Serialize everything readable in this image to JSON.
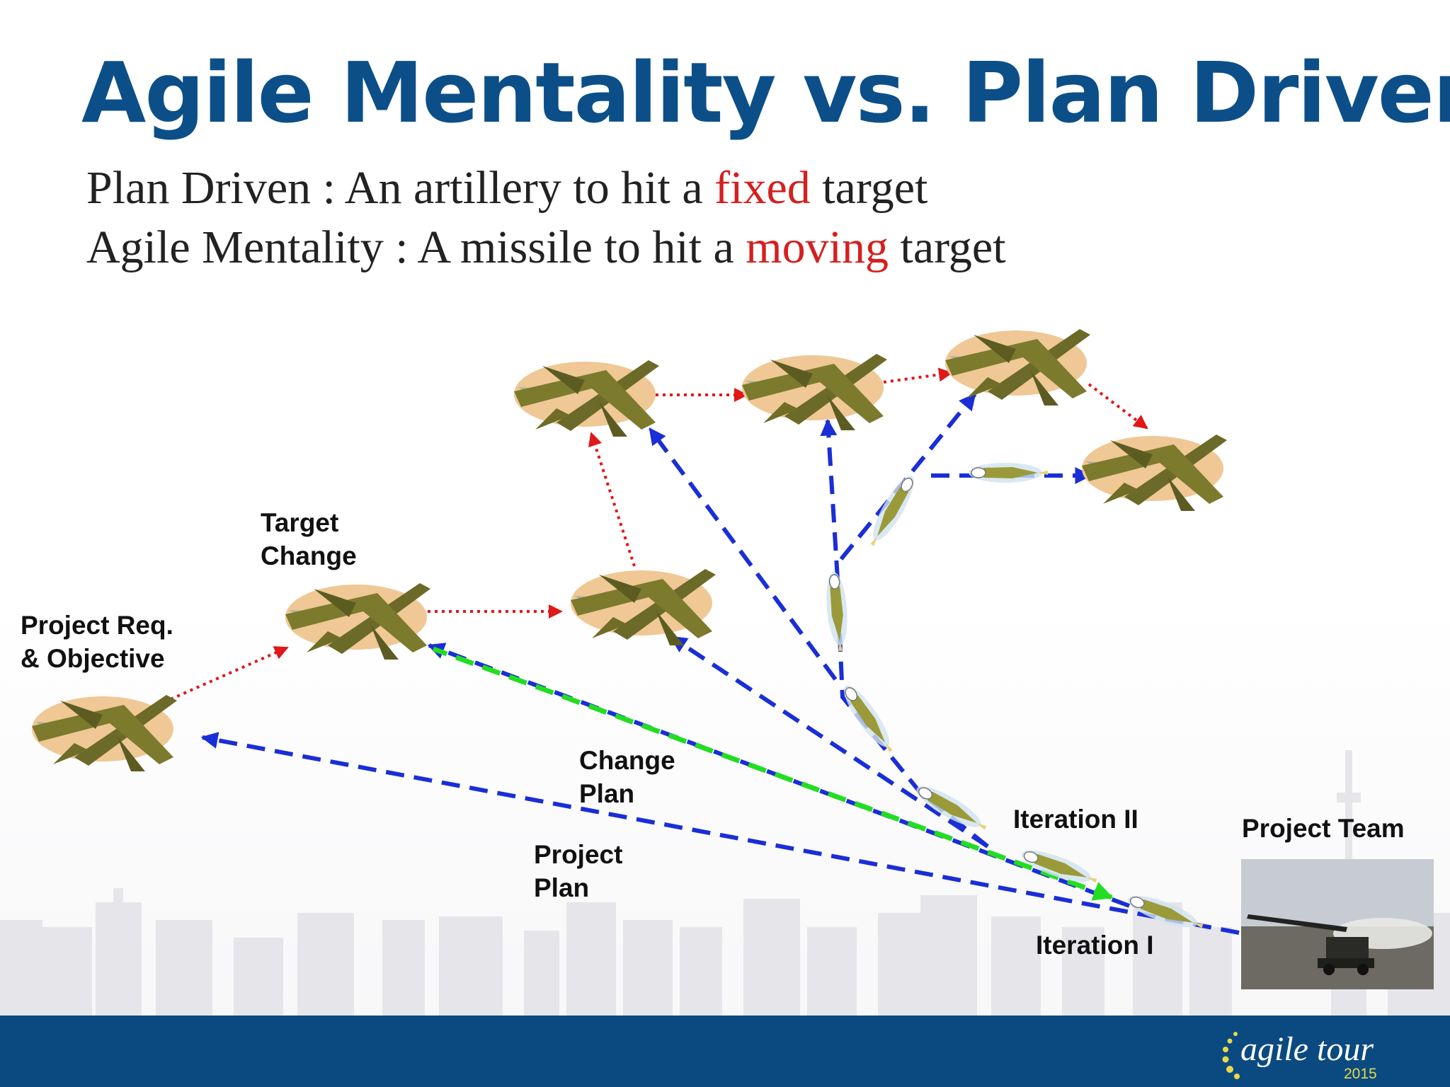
{
  "slide": {
    "title": "Agile Mentality vs. Plan Driven",
    "line1": {
      "label": "Plan Driven  : An artillery to hit a ",
      "emphasis": "fixed",
      "suffix": " target"
    },
    "line2": {
      "label": "Agile Mentality : A missile to hit a ",
      "emphasis": "moving",
      "suffix": " target"
    },
    "emphasis_color": "#d42020",
    "title_color": "#0c4f88"
  },
  "labels": {
    "project_req": [
      "Project Req.",
      "& Objective"
    ],
    "target_change": [
      "Target",
      "Change"
    ],
    "change_plan": [
      "Change",
      "Plan"
    ],
    "project_plan": [
      "Project",
      "Plan"
    ],
    "iteration_2": "Iteration II",
    "iteration_1": "Iteration I",
    "project_team": "Project Team"
  },
  "arrows": {
    "target_move_color": "#e01818",
    "missile_path_color": "#1a2ed6",
    "change_plan_color": "#22dd22"
  },
  "footer": {
    "brand": "agile tour",
    "year": "2015",
    "bar_color": "#0b4a80"
  }
}
